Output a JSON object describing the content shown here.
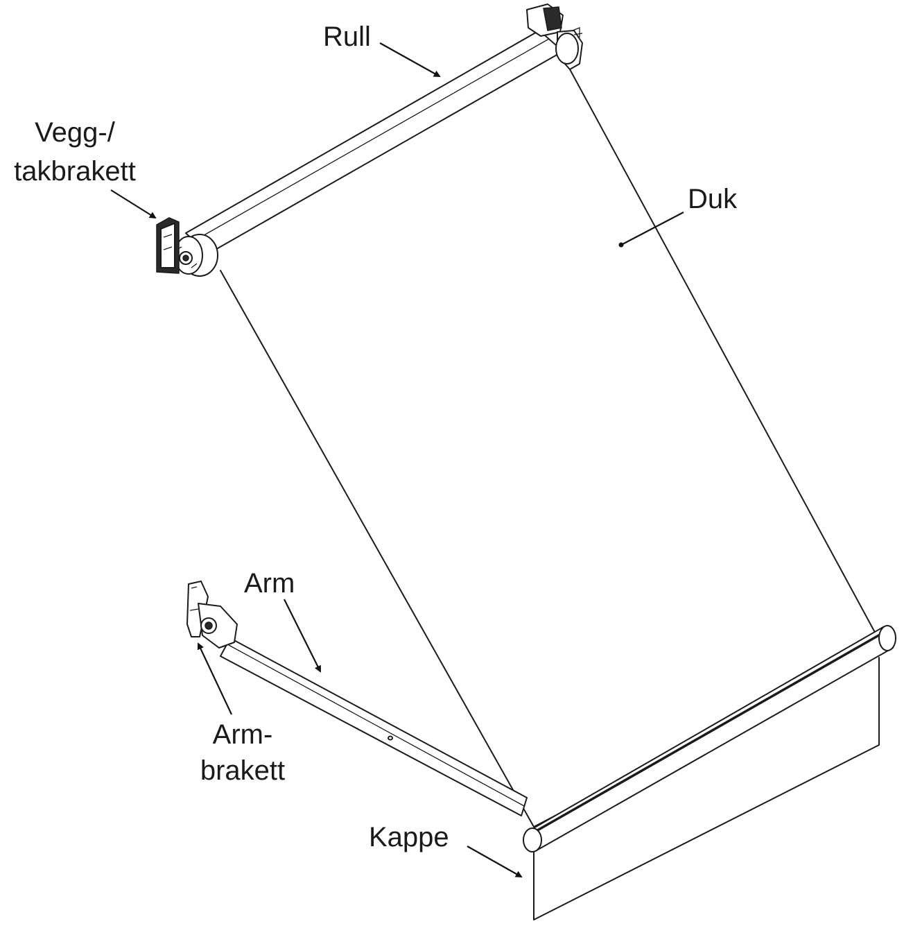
{
  "labels": {
    "rull": "Rull",
    "vegg_line1": "Vegg-/",
    "vegg_line2": "takbrakett",
    "duk": "Duk",
    "arm": "Arm",
    "armbrakett_line1": "Arm-",
    "armbrakett_line2": "brakett",
    "kappe": "Kappe"
  }
}
